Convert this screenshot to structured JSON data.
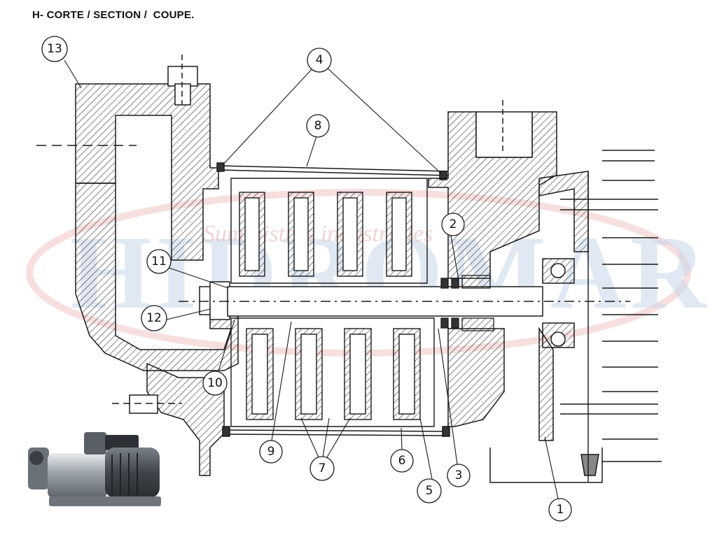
{
  "title": "H- CORTE / SECTION /  COUPE.",
  "watermark": {
    "brand": "HIDROMAR",
    "tagline": "Suministros industriales",
    "colors": {
      "brand": "#c7d6ea",
      "tagline": "#e8b9b9",
      "ring": "#f2c9c9"
    }
  },
  "callouts": [
    {
      "id": "1",
      "label": "1"
    },
    {
      "id": "2",
      "label": "2"
    },
    {
      "id": "3",
      "label": "3"
    },
    {
      "id": "4",
      "label": "4"
    },
    {
      "id": "5",
      "label": "5"
    },
    {
      "id": "6",
      "label": "6"
    },
    {
      "id": "7",
      "label": "7"
    },
    {
      "id": "8",
      "label": "8"
    },
    {
      "id": "9",
      "label": "9"
    },
    {
      "id": "10",
      "label": "10"
    },
    {
      "id": "11",
      "label": "11"
    },
    {
      "id": "12",
      "label": "12"
    },
    {
      "id": "13",
      "label": "13"
    }
  ],
  "colors": {
    "line": "#1a1a1a",
    "hatch": "#333333",
    "pump_body": "#8a9096",
    "motor": "#4a4f55"
  }
}
